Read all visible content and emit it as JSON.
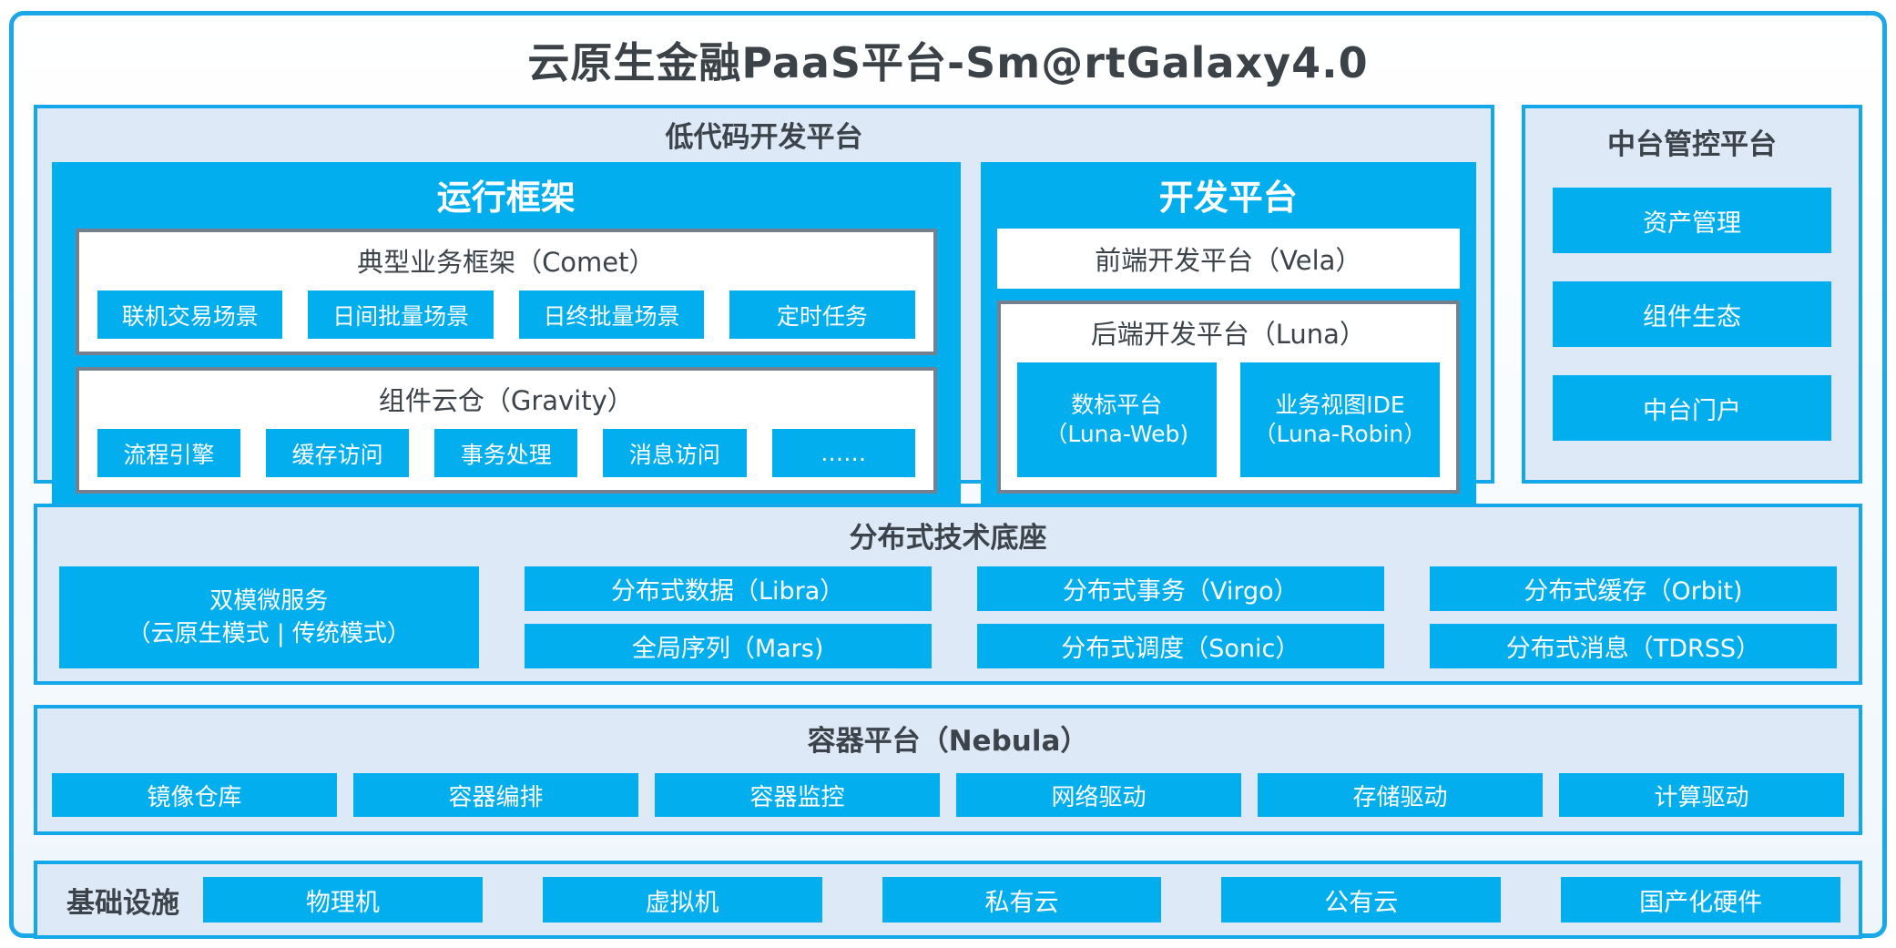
{
  "title": "云原生金融PaaS平台-Sm@rtGalaxy4.0",
  "colors": {
    "accent_blue": "#03AEEF",
    "border_blue": "#14A7E9",
    "panel_bg": "#DDE9F6",
    "inner_border_gray": "#75808F",
    "dark_text": "#3C434A"
  },
  "low_code": {
    "title": "低代码开发平台",
    "runtime": {
      "title": "运行框架",
      "comet": {
        "title": "典型业务框架（Comet）",
        "items": [
          "联机交易场景",
          "日间批量场景",
          "日终批量场景",
          "定时任务"
        ]
      },
      "gravity": {
        "title": "组件云仓（Gravity）",
        "items": [
          "流程引擎",
          "缓存访问",
          "事务处理",
          "消息访问",
          "……"
        ]
      }
    },
    "dev": {
      "title": "开发平台",
      "vela": "前端开发平台（Vela）",
      "luna": {
        "title": "后端开发平台（Luna）",
        "items": [
          {
            "line1": "数标平台",
            "line2": "（Luna-Web)"
          },
          {
            "line1": "业务视图IDE",
            "line2": "（Luna-Robin）"
          }
        ]
      }
    }
  },
  "mid_platform": {
    "title": "中台管控平台",
    "items": [
      "资产管理",
      "组件生态",
      "中台门户"
    ]
  },
  "distributed": {
    "title": "分布式技术底座",
    "dual_mode": {
      "line1": "双模微服务",
      "line2": "（云原生模式 | 传统模式）"
    },
    "grid": [
      [
        "分布式数据（Libra）",
        "分布式事务（Virgo）",
        "分布式缓存（Orbit)"
      ],
      [
        "全局序列（Mars)",
        "分布式调度（Sonic）",
        "分布式消息（TDRSS）"
      ]
    ]
  },
  "container_platform": {
    "title": "容器平台（Nebula）",
    "items": [
      "镜像仓库",
      "容器编排",
      "容器监控",
      "网络驱动",
      "存储驱动",
      "计算驱动"
    ]
  },
  "infrastructure": {
    "title": "基础设施",
    "items": [
      "物理机",
      "虚拟机",
      "私有云",
      "公有云",
      "国产化硬件"
    ]
  }
}
